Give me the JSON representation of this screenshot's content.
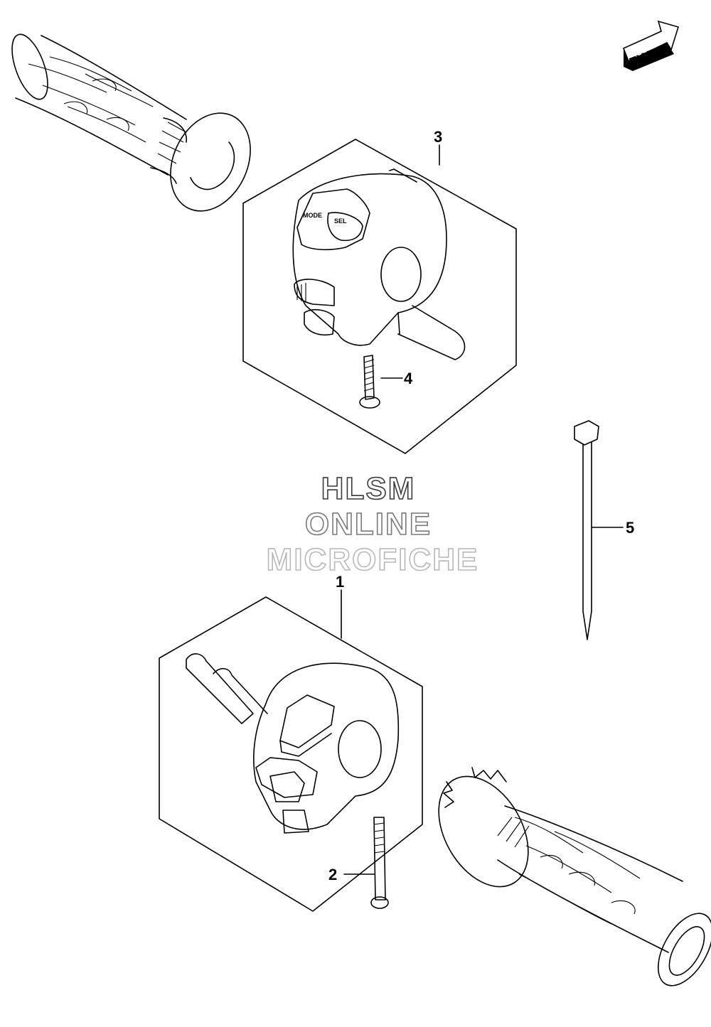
{
  "diagram": {
    "fwd_label": "FWD",
    "watermark": [
      "HLSM",
      "ONLINE",
      "MICROFICHE"
    ],
    "watermark_colors": [
      "#3a3a3a",
      "#7a7a7a",
      "#b8b8b8"
    ],
    "callouts": [
      {
        "id": "1",
        "text": "1"
      },
      {
        "id": "2",
        "text": "2"
      },
      {
        "id": "3",
        "text": "3"
      },
      {
        "id": "4",
        "text": "4"
      },
      {
        "id": "5",
        "text": "5"
      }
    ],
    "switch_buttons": {
      "mode": "MODE",
      "sel": "SEL"
    }
  }
}
